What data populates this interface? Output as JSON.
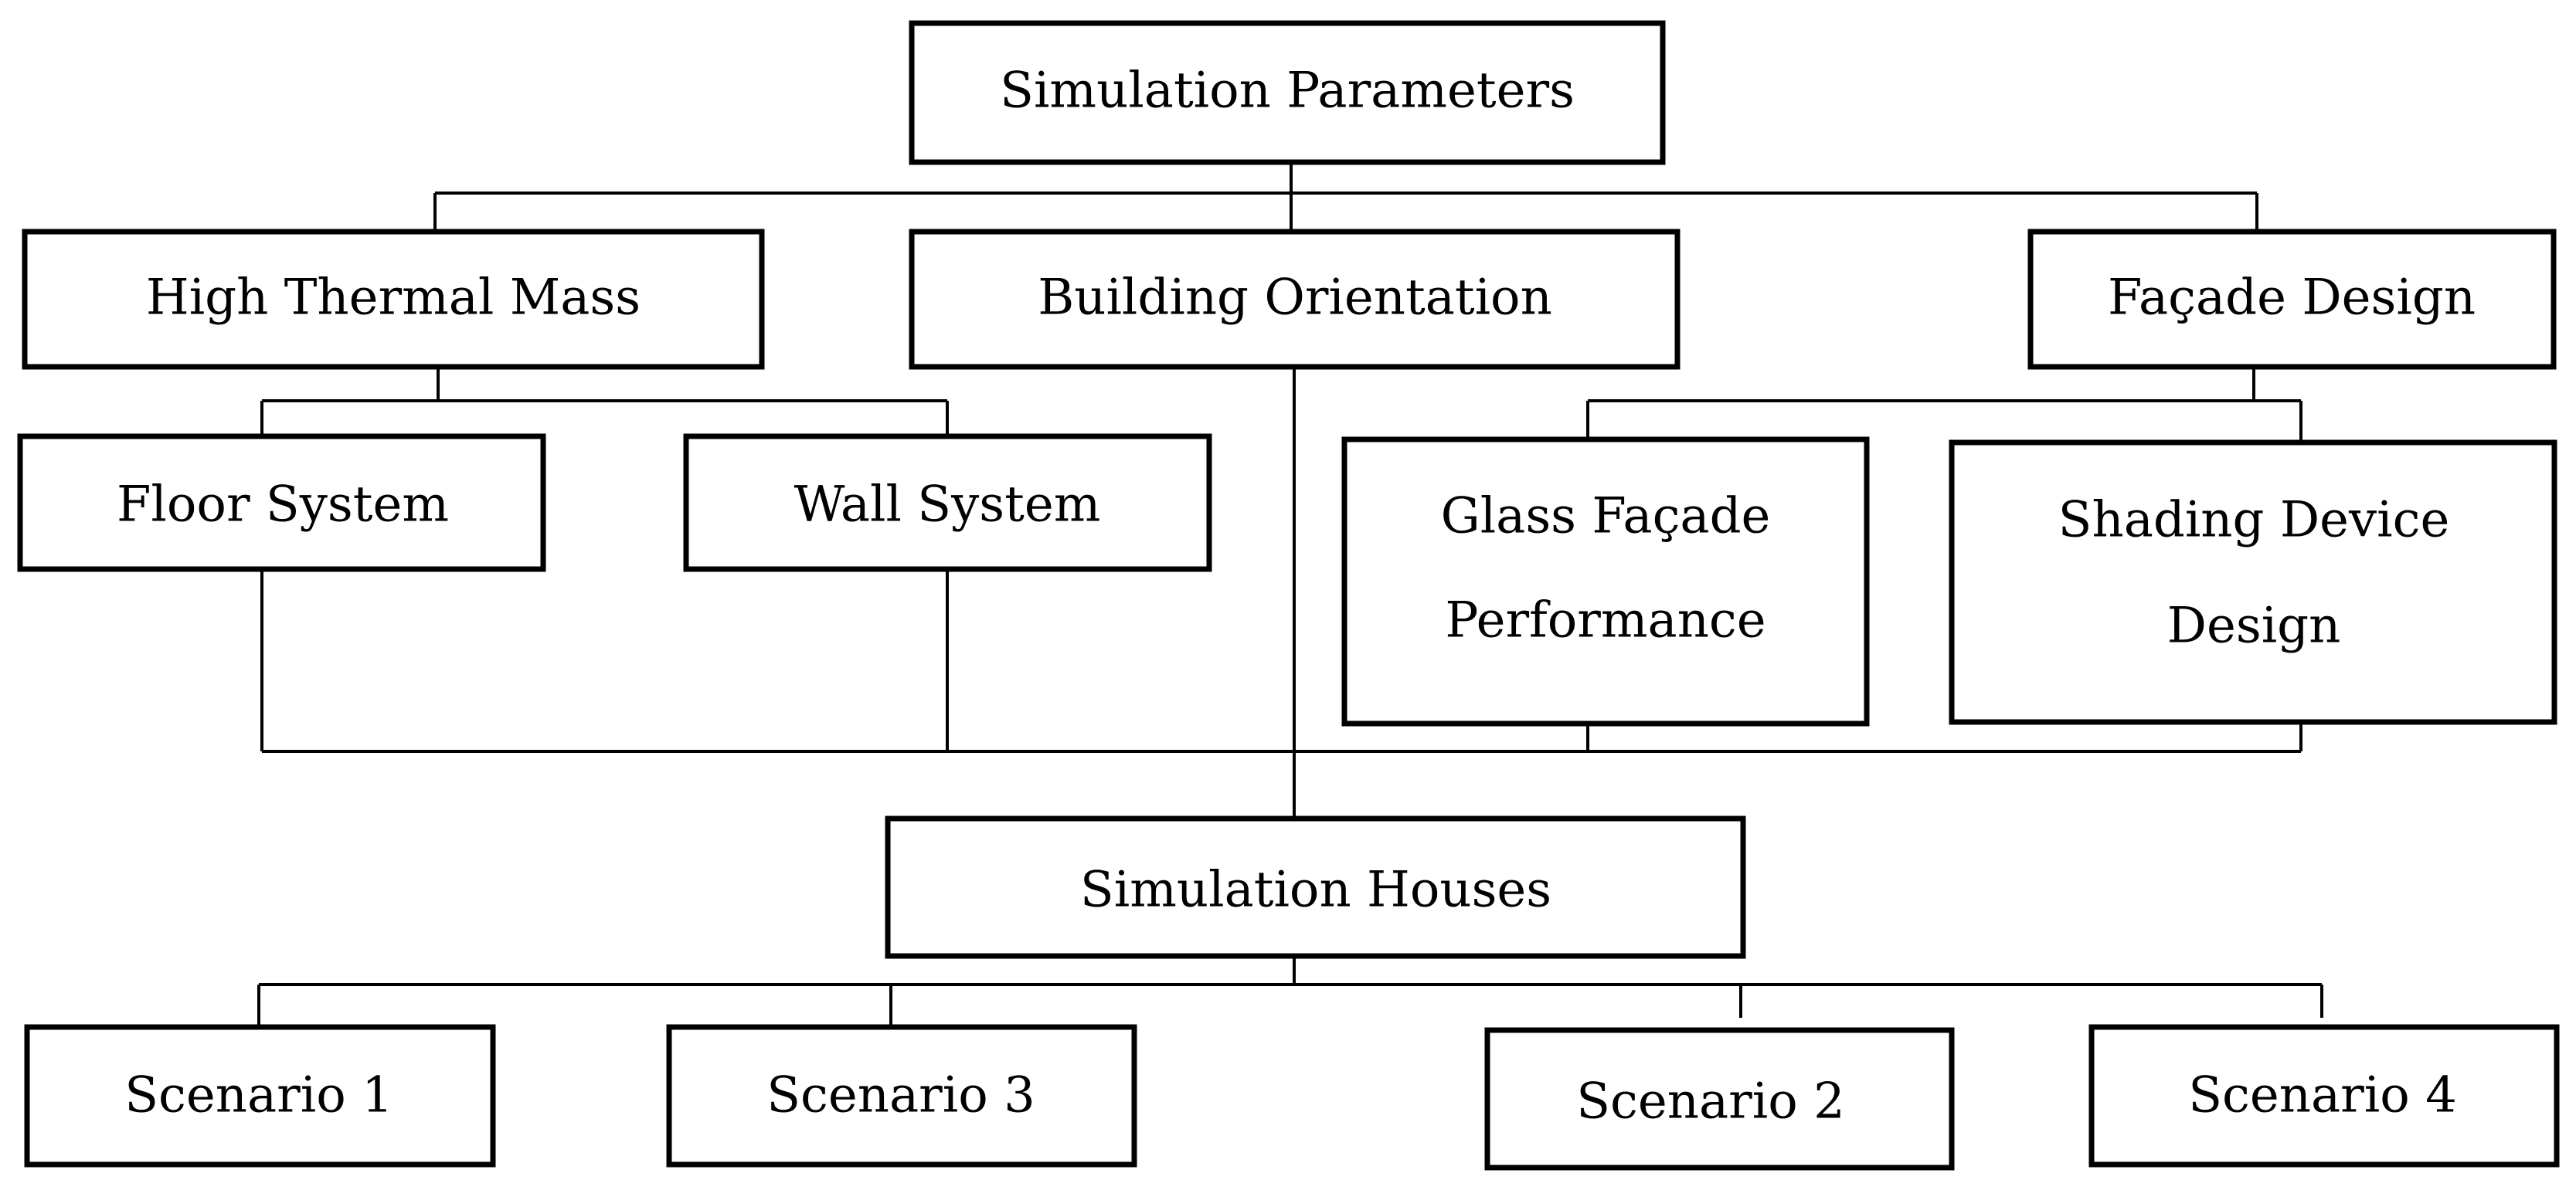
{
  "diagram": {
    "root": {
      "label": "Simulation Parameters"
    },
    "categories": {
      "thermal_mass": {
        "label": "High Thermal Mass"
      },
      "orientation": {
        "label": "Building Orientation"
      },
      "facade": {
        "label": "Façade Design"
      }
    },
    "sub_items": {
      "floor_system": {
        "label": "Floor System"
      },
      "wall_system": {
        "label": "Wall System"
      },
      "glass_facade": {
        "lines": [
          "Glass Façade",
          "Performance"
        ]
      },
      "shading_device": {
        "lines": [
          "Shading Device",
          "Design"
        ]
      }
    },
    "houses": {
      "label": "Simulation Houses"
    },
    "scenarios": [
      {
        "label": "Scenario 1"
      },
      {
        "label": "Scenario 3"
      },
      {
        "label": "Scenario 2"
      },
      {
        "label": "Scenario 4"
      }
    ],
    "colors": {
      "line": "#000000",
      "box_fill": "#ffffff",
      "text": "#000000"
    }
  }
}
